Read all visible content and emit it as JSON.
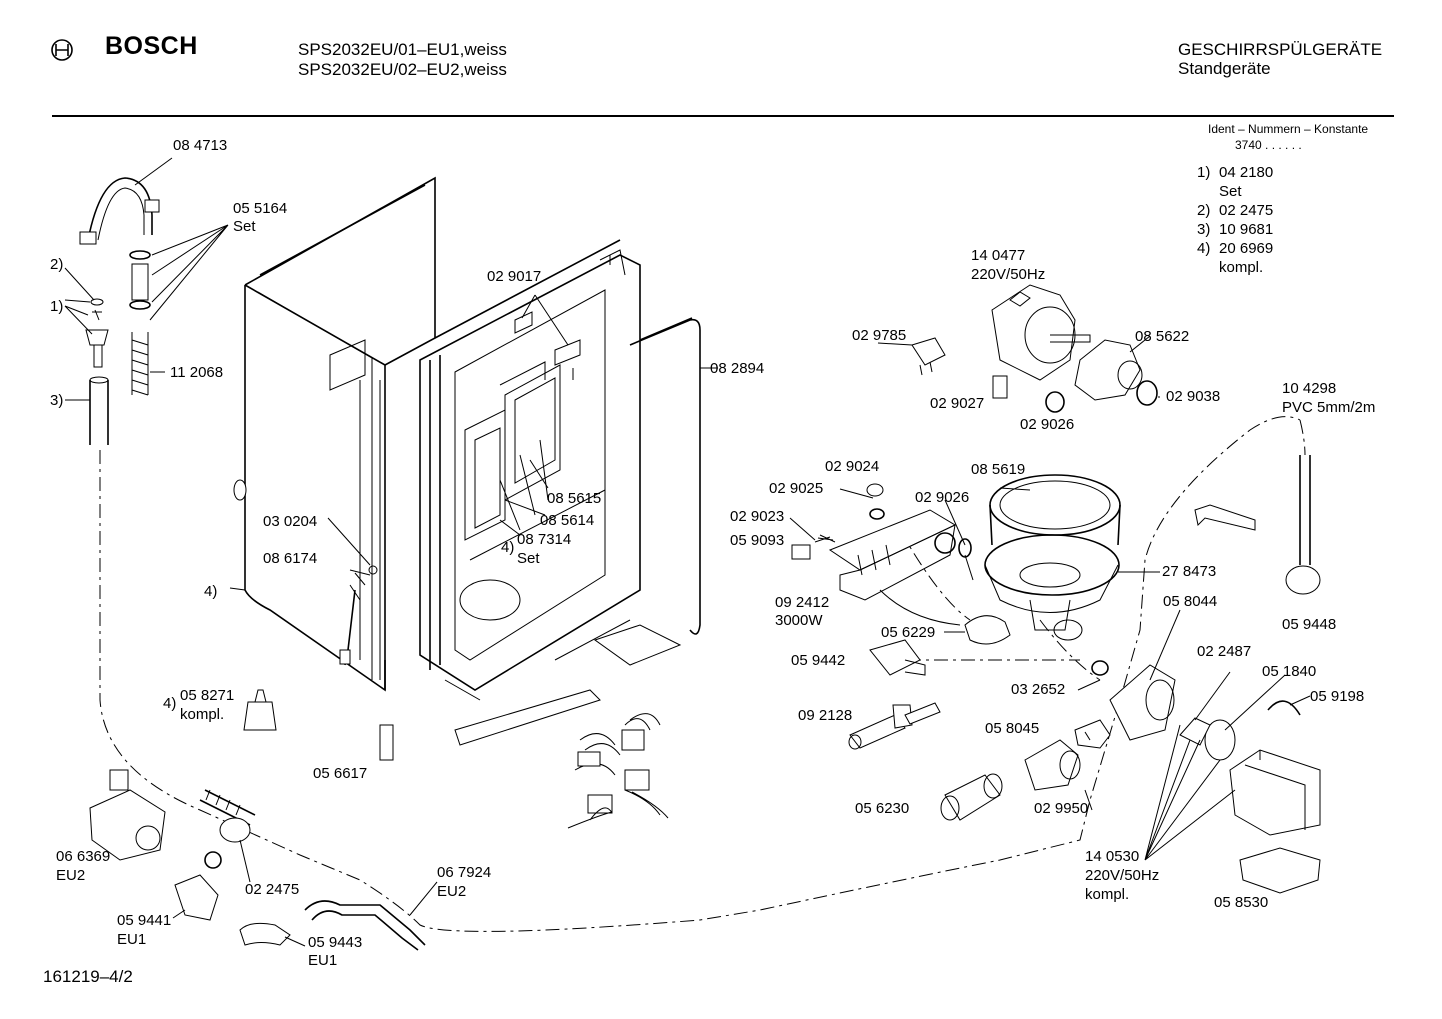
{
  "header": {
    "brand": "BOSCH",
    "model_line_1": "SPS2032EU/01–EU1,weiss",
    "model_line_2": "SPS2032EU/02–EU2,weiss",
    "category": "GESCHIRRSPÜLGERÄTE",
    "subcategory": "Standgeräte"
  },
  "ident": {
    "title": "Ident – Nummern – Konstante",
    "value": "3740 .  .  .  .  .  .",
    "items": [
      {
        "key": "1)",
        "text": "04 2180"
      },
      {
        "key": "",
        "text": "Set"
      },
      {
        "key": "2)",
        "text": "02 2475"
      },
      {
        "key": "3)",
        "text": "10 9681"
      },
      {
        "key": "4)",
        "text": "20 6969"
      },
      {
        "key": "",
        "text": "kompl."
      }
    ]
  },
  "labels": {
    "l_084713": "08 4713",
    "l_055164": "05 5164",
    "l_055164_set": "Set",
    "l_2": "2)",
    "l_1": "1)",
    "l_3": "3)",
    "l_112068": "11 2068",
    "l_029017": "02 9017",
    "l_082894": "08 2894",
    "l_140477": "14 0477",
    "l_140477_v": "220V/50Hz",
    "l_029785": "02 9785",
    "l_085622": "08 5622",
    "l_029027": "02 9027",
    "l_029038": "02 9038",
    "l_029026a": "02 9026",
    "l_104298": "10 4298",
    "l_104298_pvc": "PVC 5mm/2m",
    "l_029024": "02 9024",
    "l_085619": "08 5619",
    "l_029025": "02 9025",
    "l_029026b": "02 9026",
    "l_085615": "08 5615",
    "l_085614": "08 5614",
    "l_029023": "02 9023",
    "l_059093": "05 9093",
    "l_030204": "03 0204",
    "l_087314_k": "4)",
    "l_087314": "08 7314",
    "l_087314_set": "Set",
    "l_086174": "08 6174",
    "l_4": "4)",
    "l_278473": "27 8473",
    "l_092412": "09 2412",
    "l_092412_w": "3000W",
    "l_058044": "05 8044",
    "l_059448": "05 9448",
    "l_056229": "05 6229",
    "l_059442": "05 9442",
    "l_022487": "02 2487",
    "l_051840": "05 1840",
    "l_058271_k": "4)",
    "l_058271": "05 8271",
    "l_058271_kompl": "kompl.",
    "l_032652": "03 2652",
    "l_059198": "05 9198",
    "l_092128": "09 2128",
    "l_058045": "05 8045",
    "l_056617": "05 6617",
    "l_029950": "02 9950",
    "l_056230": "05 6230",
    "l_066369": "06 6369",
    "l_066369_eu": "EU2",
    "l_140530": "14 0530",
    "l_140530_v": "220V/50Hz",
    "l_140530_kompl": "kompl.",
    "l_067924": "06 7924",
    "l_067924_eu": "EU2",
    "l_022475": "02 2475",
    "l_058530": "05 8530",
    "l_059441": "05 9441",
    "l_059441_eu": "EU1",
    "l_059443": "05 9443",
    "l_059443_eu": "EU1"
  },
  "footer": {
    "drawing_number": "161219–4/2"
  }
}
